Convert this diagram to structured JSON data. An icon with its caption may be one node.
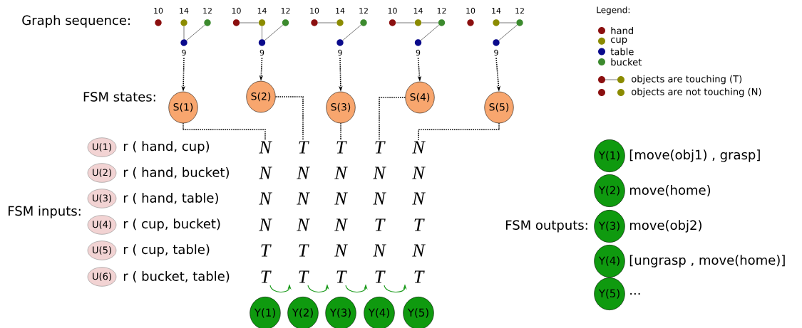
{
  "diagram": {
    "nodes": [
      {
        "text": [],
        "shape": "circle",
        "beside": [
          "10"
        ]
      },
      {
        "text": [],
        "shape": "circle",
        "beside": [
          "14"
        ]
      },
      {
        "text": [],
        "shape": "circle",
        "beside": [
          "12"
        ]
      },
      {
        "text": [],
        "shape": "circle",
        "beside": [
          "9"
        ]
      },
      {
        "text": [],
        "shape": "circle",
        "beside": [
          "10"
        ]
      },
      {
        "text": [],
        "shape": "circle",
        "beside": [
          "14"
        ]
      },
      {
        "text": [],
        "shape": "circle",
        "beside": [
          "12"
        ]
      },
      {
        "text": [],
        "shape": "circle",
        "beside": [
          "9"
        ]
      },
      {
        "text": [],
        "shape": "circle",
        "beside": [
          "10"
        ]
      },
      {
        "text": [],
        "shape": "circle",
        "beside": [
          "14"
        ]
      },
      {
        "text": [],
        "shape": "circle",
        "beside": [
          "12"
        ]
      },
      {
        "text": [],
        "shape": "circle",
        "beside": [
          "9"
        ]
      },
      {
        "text": [],
        "shape": "circle",
        "beside": [
          "10"
        ]
      },
      {
        "text": [],
        "shape": "circle",
        "beside": [
          "14"
        ]
      },
      {
        "text": [],
        "shape": "circle",
        "beside": [
          "12"
        ]
      },
      {
        "text": [],
        "shape": "circle",
        "beside": [
          "9"
        ]
      },
      {
        "text": [],
        "shape": "circle",
        "beside": [
          "10"
        ]
      },
      {
        "text": [],
        "shape": "circle",
        "beside": [
          "14"
        ]
      },
      {
        "text": [],
        "shape": "circle",
        "beside": [
          "12"
        ]
      },
      {
        "text": [],
        "shape": "circle",
        "beside": [
          "9"
        ]
      },
      {
        "text": [
          "S(1)"
        ]
      },
      {
        "text": [
          "S(2)"
        ]
      },
      {
        "text": [
          "S(3)"
        ]
      },
      {
        "text": [
          "S(4)"
        ]
      },
      {
        "text": [
          "S(5)"
        ]
      },
      {
        "text": [
          "U(1)"
        ],
        "beside": [
          "r ( hand, cup)"
        ]
      },
      {
        "text": [
          "N"
        ]
      },
      {
        "text": [
          "T"
        ]
      },
      {
        "text": [
          "T"
        ]
      },
      {
        "text": [
          "T"
        ]
      },
      {
        "text": [
          "N"
        ]
      },
      {
        "text": [
          "U(2)"
        ],
        "beside": [
          "r ( hand, bucket)"
        ]
      },
      {
        "text": [
          "N"
        ]
      },
      {
        "text": [
          "N"
        ]
      },
      {
        "text": [
          "N"
        ]
      },
      {
        "text": [
          "N"
        ]
      },
      {
        "text": [
          "N"
        ]
      },
      {
        "text": [
          "U(3)"
        ],
        "beside": [
          "r ( hand, table)"
        ]
      },
      {
        "text": [
          "N"
        ]
      },
      {
        "text": [
          "N"
        ]
      },
      {
        "text": [
          "N"
        ]
      },
      {
        "text": [
          "N"
        ]
      },
      {
        "text": [
          "N"
        ]
      },
      {
        "text": [
          "U(4)"
        ],
        "beside": [
          "r ( cup, bucket)"
        ]
      },
      {
        "text": [
          "N"
        ]
      },
      {
        "text": [
          "N"
        ]
      },
      {
        "text": [
          "N"
        ]
      },
      {
        "text": [
          "T"
        ]
      },
      {
        "text": [
          "T"
        ]
      },
      {
        "text": [
          "U(5)"
        ],
        "beside": [
          "r ( cup, table)"
        ]
      },
      {
        "text": [
          "T"
        ]
      },
      {
        "text": [
          "T"
        ]
      },
      {
        "text": [
          "N"
        ]
      },
      {
        "text": [
          "N"
        ]
      },
      {
        "text": [
          "N"
        ]
      },
      {
        "text": [
          "U(6)"
        ],
        "beside": [
          "r ( bucket, table)"
        ]
      },
      {
        "text": [
          "T"
        ]
      },
      {
        "text": [
          "T"
        ]
      },
      {
        "text": [
          "T"
        ]
      },
      {
        "text": [
          "T"
        ]
      },
      {
        "text": [
          "T"
        ]
      },
      {
        "text": [
          "Y(1)"
        ]
      },
      {
        "text": [
          "Y(2)"
        ]
      },
      {
        "text": [
          "Y(3)"
        ]
      },
      {
        "text": [
          "Y(4)"
        ]
      },
      {
        "text": [
          "Y(5)"
        ]
      },
      {
        "text": [
          "Y(1)"
        ],
        "beside": [
          "[move(obj1) , grasp]"
        ]
      },
      {
        "text": [
          "Y(2)"
        ],
        "beside": [
          "move(home)"
        ]
      },
      {
        "text": [
          "Y(3)"
        ],
        "beside": [
          "move(obj2)"
        ]
      },
      {
        "text": [
          "Y(4)"
        ],
        "beside": [
          "[ungrasp , move(home)]"
        ]
      },
      {
        "text": [
          "Y(5)"
        ],
        "beside": [
          "..."
        ]
      }
    ],
    "edges": [
      {
        "from": 1,
        "to": 3,
        "arrow": "none"
      },
      {
        "from": 2,
        "to": 3,
        "arrow": "none"
      },
      {
        "from": 4,
        "to": 5,
        "arrow": "none"
      },
      {
        "from": 5,
        "to": 7,
        "arrow": "none"
      },
      {
        "from": 6,
        "to": 7,
        "arrow": "none"
      },
      {
        "from": 8,
        "to": 9,
        "arrow": "none"
      },
      {
        "from": 10,
        "to": 11,
        "arrow": "none"
      },
      {
        "from": 12,
        "to": 13,
        "arrow": "none"
      },
      {
        "from": 13,
        "to": 14,
        "arrow": "none"
      },
      {
        "from": 14,
        "to": 15,
        "arrow": "none"
      },
      {
        "from": 17,
        "to": 18,
        "arrow": "none"
      },
      {
        "from": 18,
        "to": 19,
        "arrow": "none"
      },
      {
        "from": 3,
        "to": 20,
        "arrow": "to",
        "style": "dashed"
      },
      {
        "from": 7,
        "to": 21,
        "arrow": "to",
        "style": "dashed"
      },
      {
        "from": 11,
        "to": 22,
        "arrow": "to",
        "style": "dashed"
      },
      {
        "from": 15,
        "to": 23,
        "arrow": "to",
        "style": "dashed"
      },
      {
        "from": 19,
        "to": 24,
        "arrow": "to",
        "style": "dashed"
      },
      {
        "from": 20,
        "to": 26,
        "arrow": "none",
        "style": "dashed"
      },
      {
        "from": 21,
        "to": 27,
        "arrow": "none",
        "style": "dashed"
      },
      {
        "from": 22,
        "to": 28,
        "arrow": "none",
        "style": "dashed"
      },
      {
        "from": 23,
        "to": 29,
        "arrow": "none",
        "style": "dashed"
      },
      {
        "from": 24,
        "to": 30,
        "arrow": "none",
        "style": "dashed"
      },
      {
        "from": 56,
        "to": 57,
        "arrow": "to",
        "color": "#1a9a1a"
      },
      {
        "from": 57,
        "to": 58,
        "arrow": "to",
        "color": "#1a9a1a"
      },
      {
        "from": 58,
        "to": 59,
        "arrow": "to",
        "color": "#1a9a1a"
      },
      {
        "from": 59,
        "to": 60,
        "arrow": "to",
        "color": "#1a9a1a"
      }
    ],
    "labels": [
      "Graph sequence:",
      "Legend:",
      "FSM states:",
      "FSM inputs:",
      "FSM outputs:"
    ],
    "legend": [
      {
        "text": "hand",
        "color": "#8b0f0f"
      },
      {
        "text": "cup",
        "color": "#8b8b00"
      },
      {
        "text": "table",
        "color": "#0a0a8c"
      },
      {
        "text": "bucket",
        "color": "#3c8a2e"
      },
      {
        "text": "objects are touching (T)"
      },
      {
        "text": "objects are not touching (N)"
      }
    ]
  }
}
